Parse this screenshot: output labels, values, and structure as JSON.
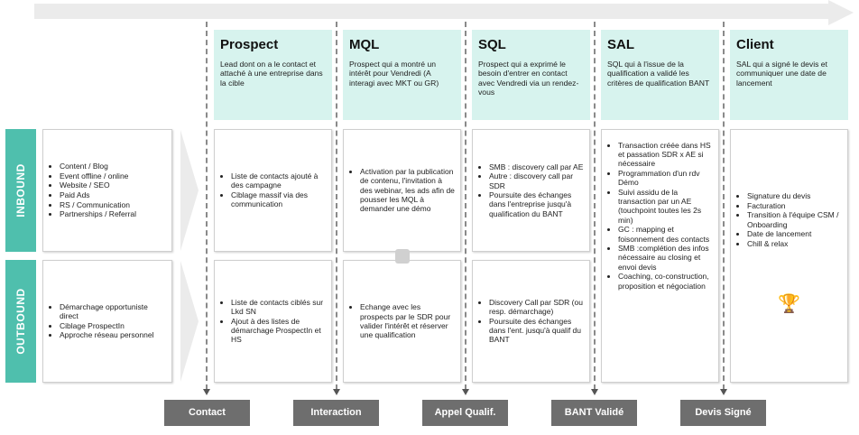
{
  "stages": [
    {
      "title": "Prospect",
      "desc": "Lead dont on a le contact et attaché à une entreprise dans la cible"
    },
    {
      "title": "MQL",
      "desc": "Prospect qui a montré un intérêt pour Vendredi (A interagi avec MKT ou GR)"
    },
    {
      "title": "SQL",
      "desc": "Prospect qui a exprimé le besoin d'entrer en contact avec Vendredi via un rendez-vous"
    },
    {
      "title": "SAL",
      "desc": "SQL qui à l'issue de la qualification a validé les critères de qualification BANT"
    },
    {
      "title": "Client",
      "desc": "SAL qui a signé le devis et communiquer une date de lancement"
    }
  ],
  "rows": [
    {
      "label": "INBOUND"
    },
    {
      "label": "OUTBOUND"
    }
  ],
  "sources": {
    "inbound": [
      "Content / Blog",
      "Event offline / online",
      "Website / SEO",
      "Paid Ads",
      "RS / Communication",
      "Partnerships / Referral"
    ],
    "outbound": [
      "Démarchage opportuniste direct",
      "Ciblage ProspectIn",
      "Approche réseau personnel"
    ]
  },
  "inbound": {
    "prospect": [
      "Liste de contacts ajouté à des campagne",
      "Ciblage massif via des communication"
    ],
    "mql": [
      "Activation par la publication de contenu, l'invitation à des webinar, les ads afin de pousser les MQL à demander une démo"
    ],
    "sql": [
      "SMB : discovery call par AE",
      "Autre : discovery call par SDR",
      "Poursuite des échanges dans l'entreprise jusqu'à qualification du BANT"
    ]
  },
  "outbound": {
    "prospect": [
      "Liste de contacts ciblés sur Lkd SN",
      "Ajout à des listes de démarchage ProspectIn et HS"
    ],
    "mql": [
      "Echange avec les prospects par le SDR pour valider l'intérêt et réserver une qualification"
    ],
    "sql": [
      "Discovery Call par SDR (ou resp. démarchage)",
      "Poursuite des échanges dans l'ent. jusqu'à qualif du BANT"
    ]
  },
  "sal_items": [
    "Transaction créée dans HS et passation SDR x AE si nécessaire",
    "Programmation d'un rdv Démo",
    "Suivi assidu de la transaction par un AE (touchpoint toutes les 2s min)",
    "GC : mapping et foisonnement des contacts",
    "SMB :complétion des infos nécessaire au closing et envoi devis",
    "Coaching, co-construction, proposition et négociation"
  ],
  "client_items": [
    "Signature du devis",
    "Facturation",
    "Transition à l'équipe CSM / Onboarding",
    "Date de lancement",
    "Chill & relax"
  ],
  "icons": {
    "trophy": "trophy-icon",
    "connector": "connector-icon"
  },
  "milestones": [
    "Contact",
    "Interaction",
    "Appel Qualif.",
    "BANT Validé",
    "Devis Signé"
  ],
  "colors": {
    "accent": "#4fbfad",
    "stage_bg": "#d7f3ee",
    "milestone_bg": "#6e6e6e"
  }
}
